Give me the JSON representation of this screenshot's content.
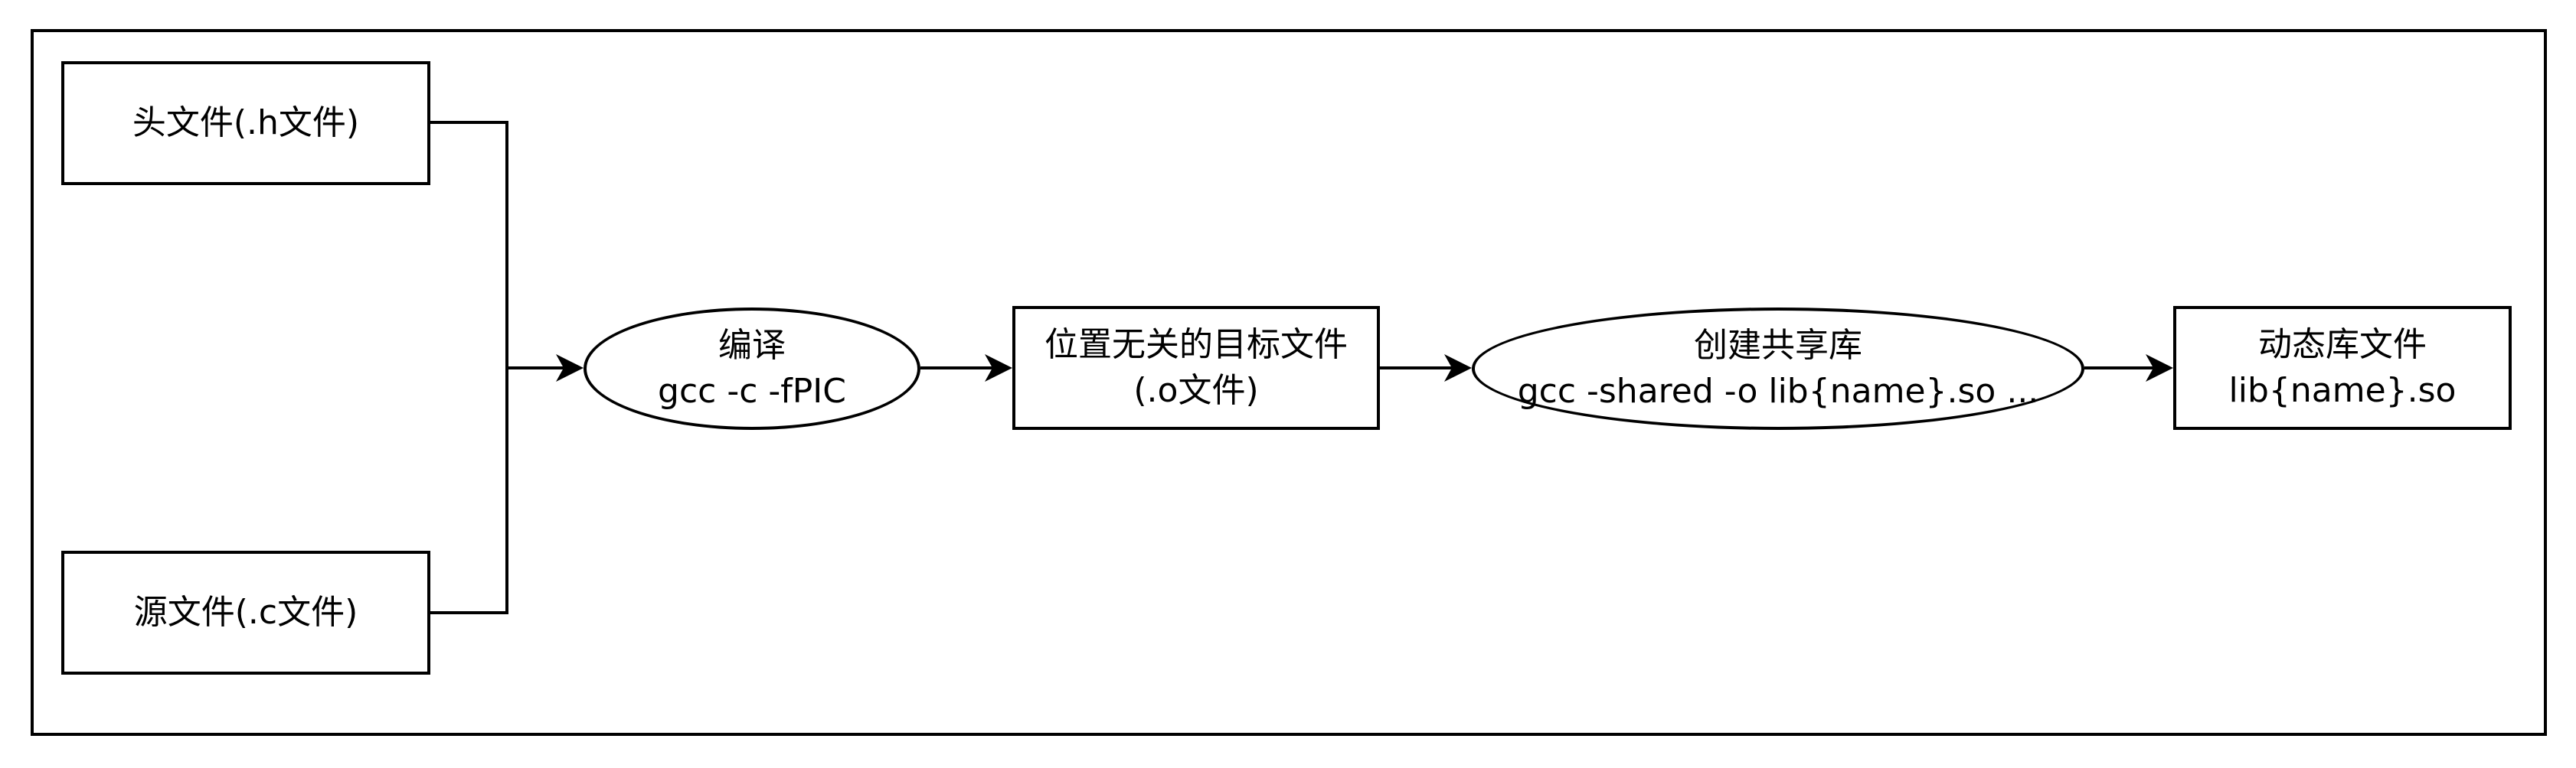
{
  "nodes": {
    "header_file": {
      "line1": "头文件(.h文件)"
    },
    "source_file": {
      "line1": "源文件(.c文件)"
    },
    "compile": {
      "line1": "编译",
      "line2": "gcc -c -fPIC"
    },
    "object_file": {
      "line1": "位置无关的目标文件",
      "line2": "(.o文件)"
    },
    "create_shared": {
      "line1": "创建共享库",
      "line2": "gcc -shared -o lib{name}.so ..."
    },
    "dynamic_lib": {
      "line1": "动态库文件",
      "line2": "lib{name}.so"
    }
  }
}
